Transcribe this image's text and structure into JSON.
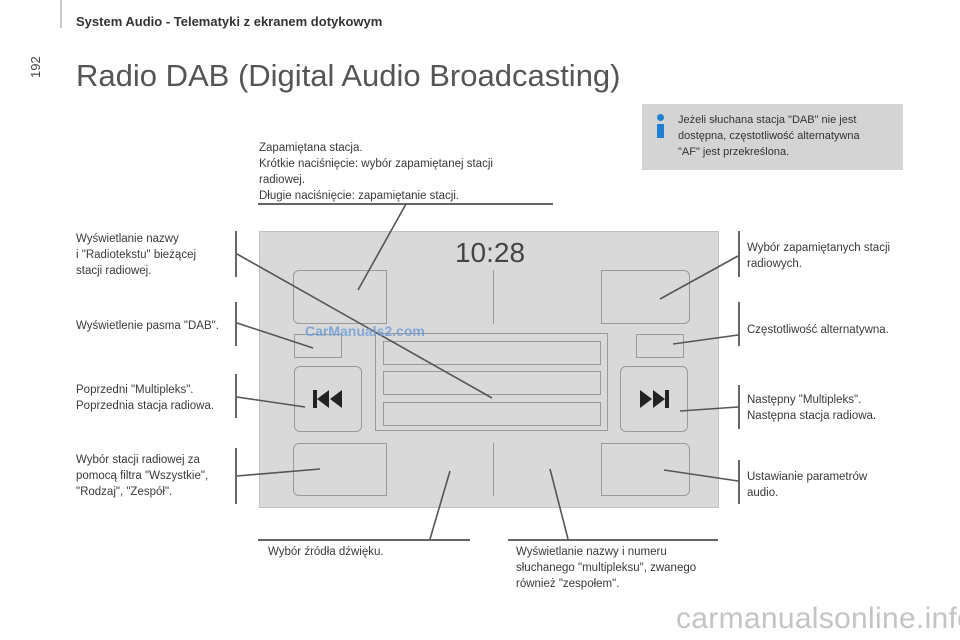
{
  "header": {
    "section_title": "System Audio - Telematyki z ekranem dotykowym",
    "page_number": "192"
  },
  "page_title": "Radio DAB (Digital Audio Broadcasting)",
  "info_note": {
    "icon": "info-icon",
    "lines": [
      "Jeżeli słuchana stacja \"DAB\" nie jest",
      "dostępna, częstotliwość alternatywna",
      "\"AF\" jest przekreślona."
    ]
  },
  "screen": {
    "clock": "10:28",
    "prev_icon": "skip-back-icon",
    "next_icon": "skip-forward-icon"
  },
  "callouts": {
    "preset_station": [
      "Zapamiętana stacja.",
      "Krótkie naciśnięcie: wybór zapamiętanej stacji",
      "radiowej.",
      "Długie naciśnięcie: zapamiętanie stacji."
    ],
    "display_name_radiotext": [
      "Wyświetlanie nazwy",
      "i \"Radiotekstu\" bieżącej",
      "stacji radiowej."
    ],
    "dab_band": [
      "Wyświetlenie pasma \"DAB\"."
    ],
    "previous_multiplex": [
      "Poprzedni \"Multipleks\".",
      "Poprzednia stacja radiowa."
    ],
    "station_filter": [
      "Wybór stacji radiowej za",
      "pomocą filtra \"Wszystkie\",",
      "\"Rodzaj\", \"Zespół\"."
    ],
    "preset_selection": [
      "Wybór zapamiętanych stacji",
      "radiowych."
    ],
    "alt_frequency": [
      "Częstotliwość alternatywna."
    ],
    "next_multiplex": [
      "Następny \"Multipleks\".",
      "Następna stacja radiowa."
    ],
    "audio_settings": [
      "Ustawianie parametrów",
      "audio."
    ],
    "source_select": [
      "Wybór źródła dźwięku."
    ],
    "multiplex_name": [
      "Wyświetlanie nazwy i numeru",
      "słuchanego \"multipleksu\", zwanego",
      "również \"zespołem\"."
    ]
  },
  "watermarks": {
    "center": "CarManuals2.com",
    "footer": "carmanualsonline.info"
  },
  "colors": {
    "info_icon": "#1e7fd1",
    "screen_bg": "#d9d9d9",
    "info_box_bg": "#d4d4d4"
  }
}
